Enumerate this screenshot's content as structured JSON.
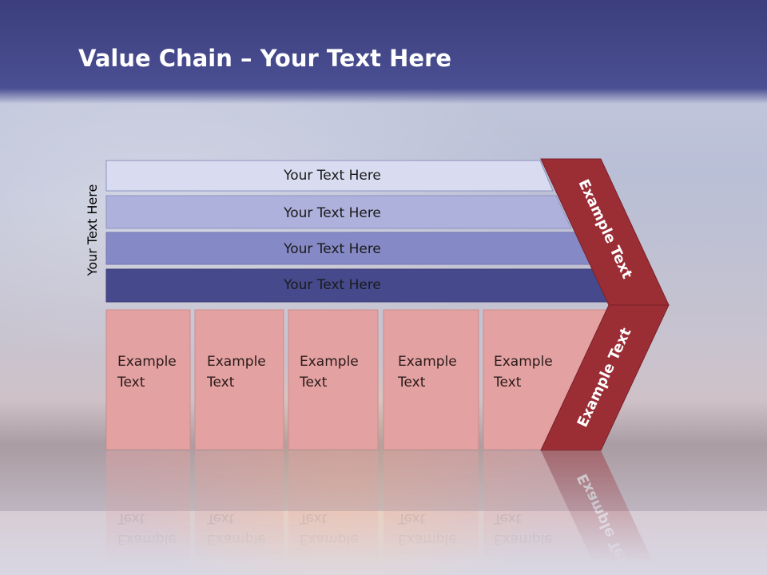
{
  "title": {
    "bold": "Value Chain",
    "rest": " – Your Text Here"
  },
  "side_label": "Your Text Here",
  "bands": [
    {
      "label": "Your Text Here",
      "color": "#d9dcf0"
    },
    {
      "label": "Your Text Here",
      "color": "#adb1dc"
    },
    {
      "label": "Your Text Here",
      "color": "#8589c6"
    },
    {
      "label": "Your Text Here",
      "color": "#464a8c"
    }
  ],
  "boxes": [
    {
      "line1": "Example",
      "line2": "Text"
    },
    {
      "line1": "Example",
      "line2": "Text"
    },
    {
      "line1": "Example",
      "line2": "Text"
    },
    {
      "line1": "Example",
      "line2": "Text"
    },
    {
      "line1": "Example",
      "line2": "Text"
    }
  ],
  "arrow": {
    "upper_label": "Example Text",
    "lower_label": "Example Text",
    "color": "#9b2d35"
  },
  "colors": {
    "header": "#464a8c",
    "box_fill": "#e3a1a1",
    "box_stroke": "#c98e8e"
  }
}
